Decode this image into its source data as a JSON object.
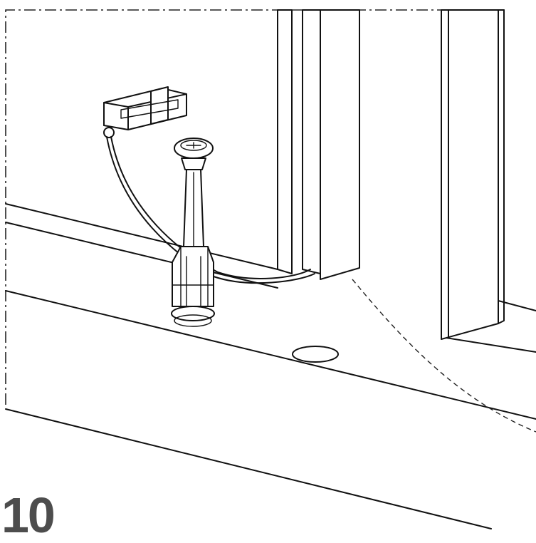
{
  "figure": {
    "step_number": "10",
    "colors": {
      "line": "#111111",
      "step_number": "#4d4d4d",
      "background": "#ffffff"
    },
    "parts": [
      "cabinet-base",
      "side-panel",
      "door-edge",
      "wall-plug",
      "screw-hole",
      "cable-tie",
      "drill-guide-line",
      "door-swing-arc"
    ]
  }
}
